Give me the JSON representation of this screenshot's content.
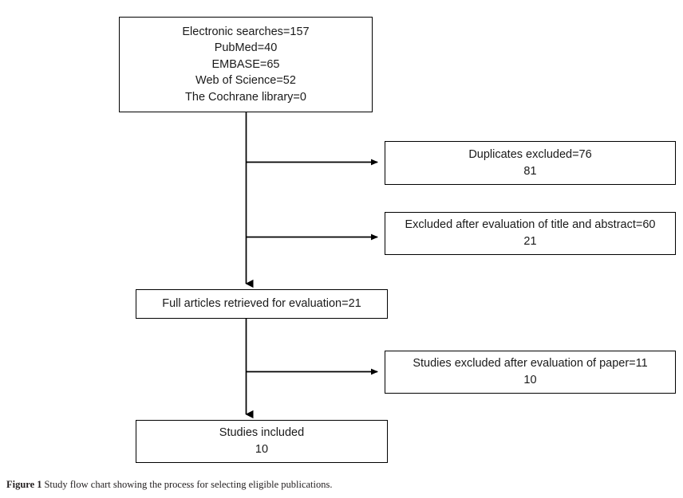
{
  "figure": {
    "caption_label": "Figure",
    "caption_number": "1",
    "caption_text": "Study flow chart showing the process for selecting eligible publications."
  },
  "colors": {
    "box_border": "#000000",
    "connector": "#000000",
    "text": "#1a1a1a",
    "background": "#ffffff",
    "caption_text": "#231f20"
  },
  "chart_data": {
    "type": "diagram",
    "diagram_kind": "prisma-study-flow-chart",
    "title": "Study flow chart showing the process for selecting eligible publications.",
    "orientation": "top-to-bottom with right-side exclusion branches",
    "nodes": [
      {
        "id": "search",
        "role": "identification",
        "lines": [
          "Electronic searches=157",
          "PubMed=40",
          "EMBASE=65",
          "Web of Science=52",
          "The Cochrane library=0"
        ],
        "values": {
          "electronic_searches": 157,
          "pubmed": 40,
          "embase": 65,
          "web_of_science": 52,
          "cochrane_library": 0
        }
      },
      {
        "id": "duplicates",
        "role": "exclusion",
        "lines": [
          "Duplicates excluded=76",
          "81"
        ],
        "values": {
          "duplicates_excluded": 76,
          "second_number": 81
        }
      },
      {
        "id": "title-abstract",
        "role": "exclusion",
        "lines": [
          "Excluded after evaluation of title and abstract=60",
          "21"
        ],
        "values": {
          "excluded_after_title_abstract": 60,
          "second_number": 21
        }
      },
      {
        "id": "full-articles",
        "role": "eligibility",
        "lines": [
          "Full articles retrieved for evaluation=21"
        ],
        "values": {
          "full_articles_retrieved": 21
        }
      },
      {
        "id": "paper-excluded",
        "role": "exclusion",
        "lines": [
          "Studies excluded after evaluation of paper=11",
          "10"
        ],
        "values": {
          "studies_excluded_after_paper": 11,
          "second_number": 10
        }
      },
      {
        "id": "included",
        "role": "included",
        "lines": [
          "Studies included",
          "10"
        ],
        "values": {
          "studies_included": 10
        }
      }
    ],
    "edges": [
      {
        "from": "search",
        "to": "full-articles",
        "style": "arrow-down"
      },
      {
        "from": "search",
        "to": "duplicates",
        "style": "arrow-right"
      },
      {
        "from": "search",
        "to": "title-abstract",
        "style": "arrow-right"
      },
      {
        "from": "full-articles",
        "to": "included",
        "style": "arrow-down"
      },
      {
        "from": "full-articles",
        "to": "paper-excluded",
        "style": "arrow-right"
      }
    ]
  },
  "nodes": {
    "search": {
      "line1": "Electronic searches=157",
      "line2": "PubMed=40",
      "line3": "EMBASE=65",
      "line4": "Web of Science=52",
      "line5": "The Cochrane library=0"
    },
    "duplicates": {
      "line1": "Duplicates excluded=76",
      "line2": "81"
    },
    "title_abstract": {
      "line1": "Excluded after evaluation of title and abstract=60",
      "line2": "21"
    },
    "full_articles": {
      "line1": "Full articles retrieved for evaluation=21"
    },
    "paper_excluded": {
      "line1": "Studies excluded after evaluation of paper=11",
      "line2": "10"
    },
    "included": {
      "line1": "Studies included",
      "line2": "10"
    }
  }
}
